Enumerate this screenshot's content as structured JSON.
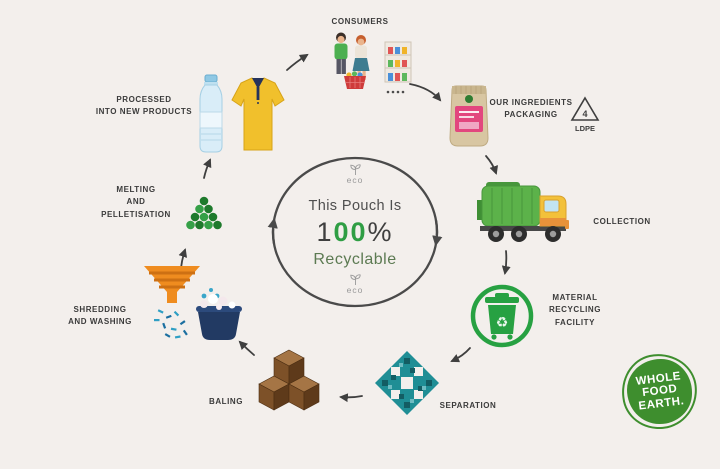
{
  "center": {
    "line1": "This Pouch Is",
    "pct_1": "1",
    "pct_00": "00",
    "pct_sym": "%",
    "line3": "Recyclable",
    "eco": "eco"
  },
  "labels": {
    "consumers": "CONSUMERS",
    "packaging": "OUR INGREDIENTS\nPACKAGING",
    "ldpe_number": "4",
    "ldpe": "LDPE",
    "collection": "COLLECTION",
    "mrf": "MATERIAL\nRECYCLING\nFACILITY",
    "separation": "SEPARATION",
    "baling": "BALING",
    "shredding": "SHREDDING\nAND WASHING",
    "melting": "MELTING\nAND\nPELLETISATION",
    "processed": "PROCESSED\nINTO NEW PRODUCTS"
  },
  "icons": {
    "recycle_glyph": "♻"
  },
  "logo": {
    "text": "WHOLE\nFOOD\nEARTH."
  },
  "colors": {
    "background": "#f3efec",
    "text_dark": "#3b3b3b",
    "accent_green": "#27a142",
    "center_green": "#2f9e44",
    "recyclable_green": "#5c7a52",
    "teal": "#1f8e95",
    "orange": "#ef8c1f",
    "truck_green": "#5cb24a",
    "pouch_tan": "#d8c6a2",
    "label_pink": "#e2477e",
    "bale_brown": "#7d5128",
    "logo_green": "#3e8e2e"
  }
}
